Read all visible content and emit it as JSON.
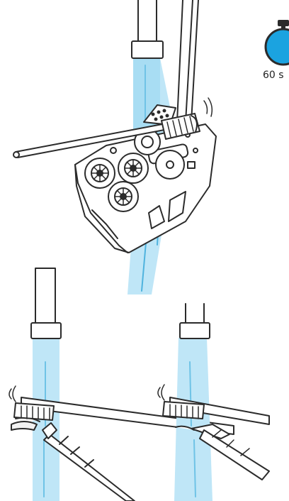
{
  "timer": {
    "label": "60 s",
    "icon": "stopwatch-icon",
    "fill_color": "#1ba3e0"
  },
  "colors": {
    "water": "#bfe6f7",
    "water_stream": "#7fcdec",
    "line": "#2b2b2b",
    "timer_blue": "#1ba3e0"
  },
  "scenes": [
    {
      "name": "cleaning-cassette-body",
      "description_icon": "cassette-body-under-faucet"
    },
    {
      "name": "cleaning-left-instrument-jaw",
      "description_icon": "grasper-under-faucet"
    },
    {
      "name": "cleaning-right-instrument-jaw",
      "description_icon": "needle-driver-under-faucet"
    }
  ]
}
